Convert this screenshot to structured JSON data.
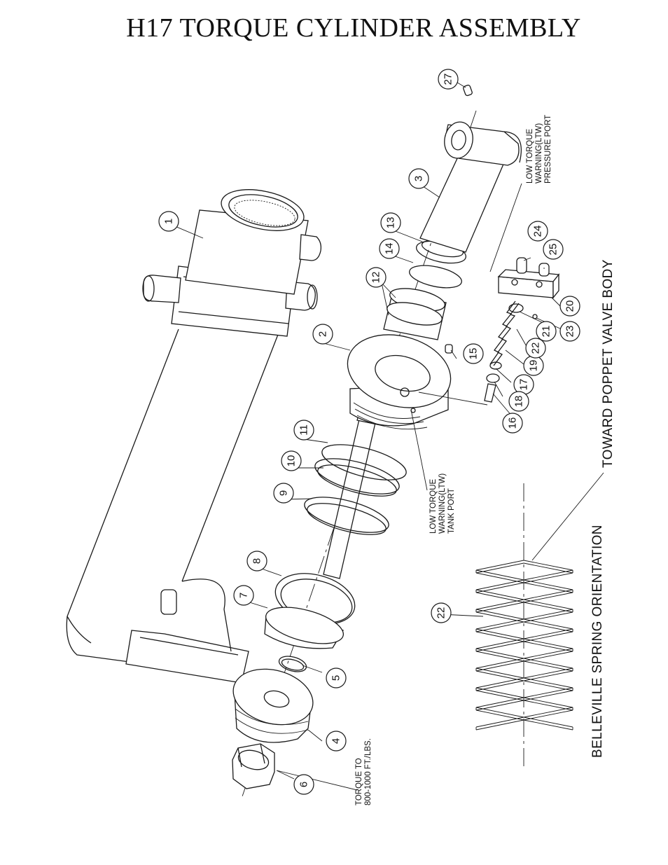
{
  "title": "H17 TORQUE CYLINDER ASSEMBLY",
  "callouts": [
    "1",
    "2",
    "3",
    "4",
    "5",
    "6",
    "7",
    "8",
    "9",
    "10",
    "11",
    "12",
    "13",
    "14",
    "15",
    "16",
    "17",
    "18",
    "19",
    "20",
    "21",
    "22",
    "23",
    "24",
    "25",
    "27",
    "22"
  ],
  "notes": {
    "pressure_port": [
      "LOW TORQUE",
      "WARNING(LTW)",
      "PRESSURE PORT"
    ],
    "tank_port": [
      "LOW TORQUE",
      "WARNING(LTW)",
      "TANK PORT"
    ],
    "torque": [
      "TORQUE TO",
      "800-1000 FT./LBS."
    ],
    "toward": "TOWARD POPPET VALVE BODY",
    "belleville": "BELLEVILLE SPRING ORIENTATION"
  }
}
